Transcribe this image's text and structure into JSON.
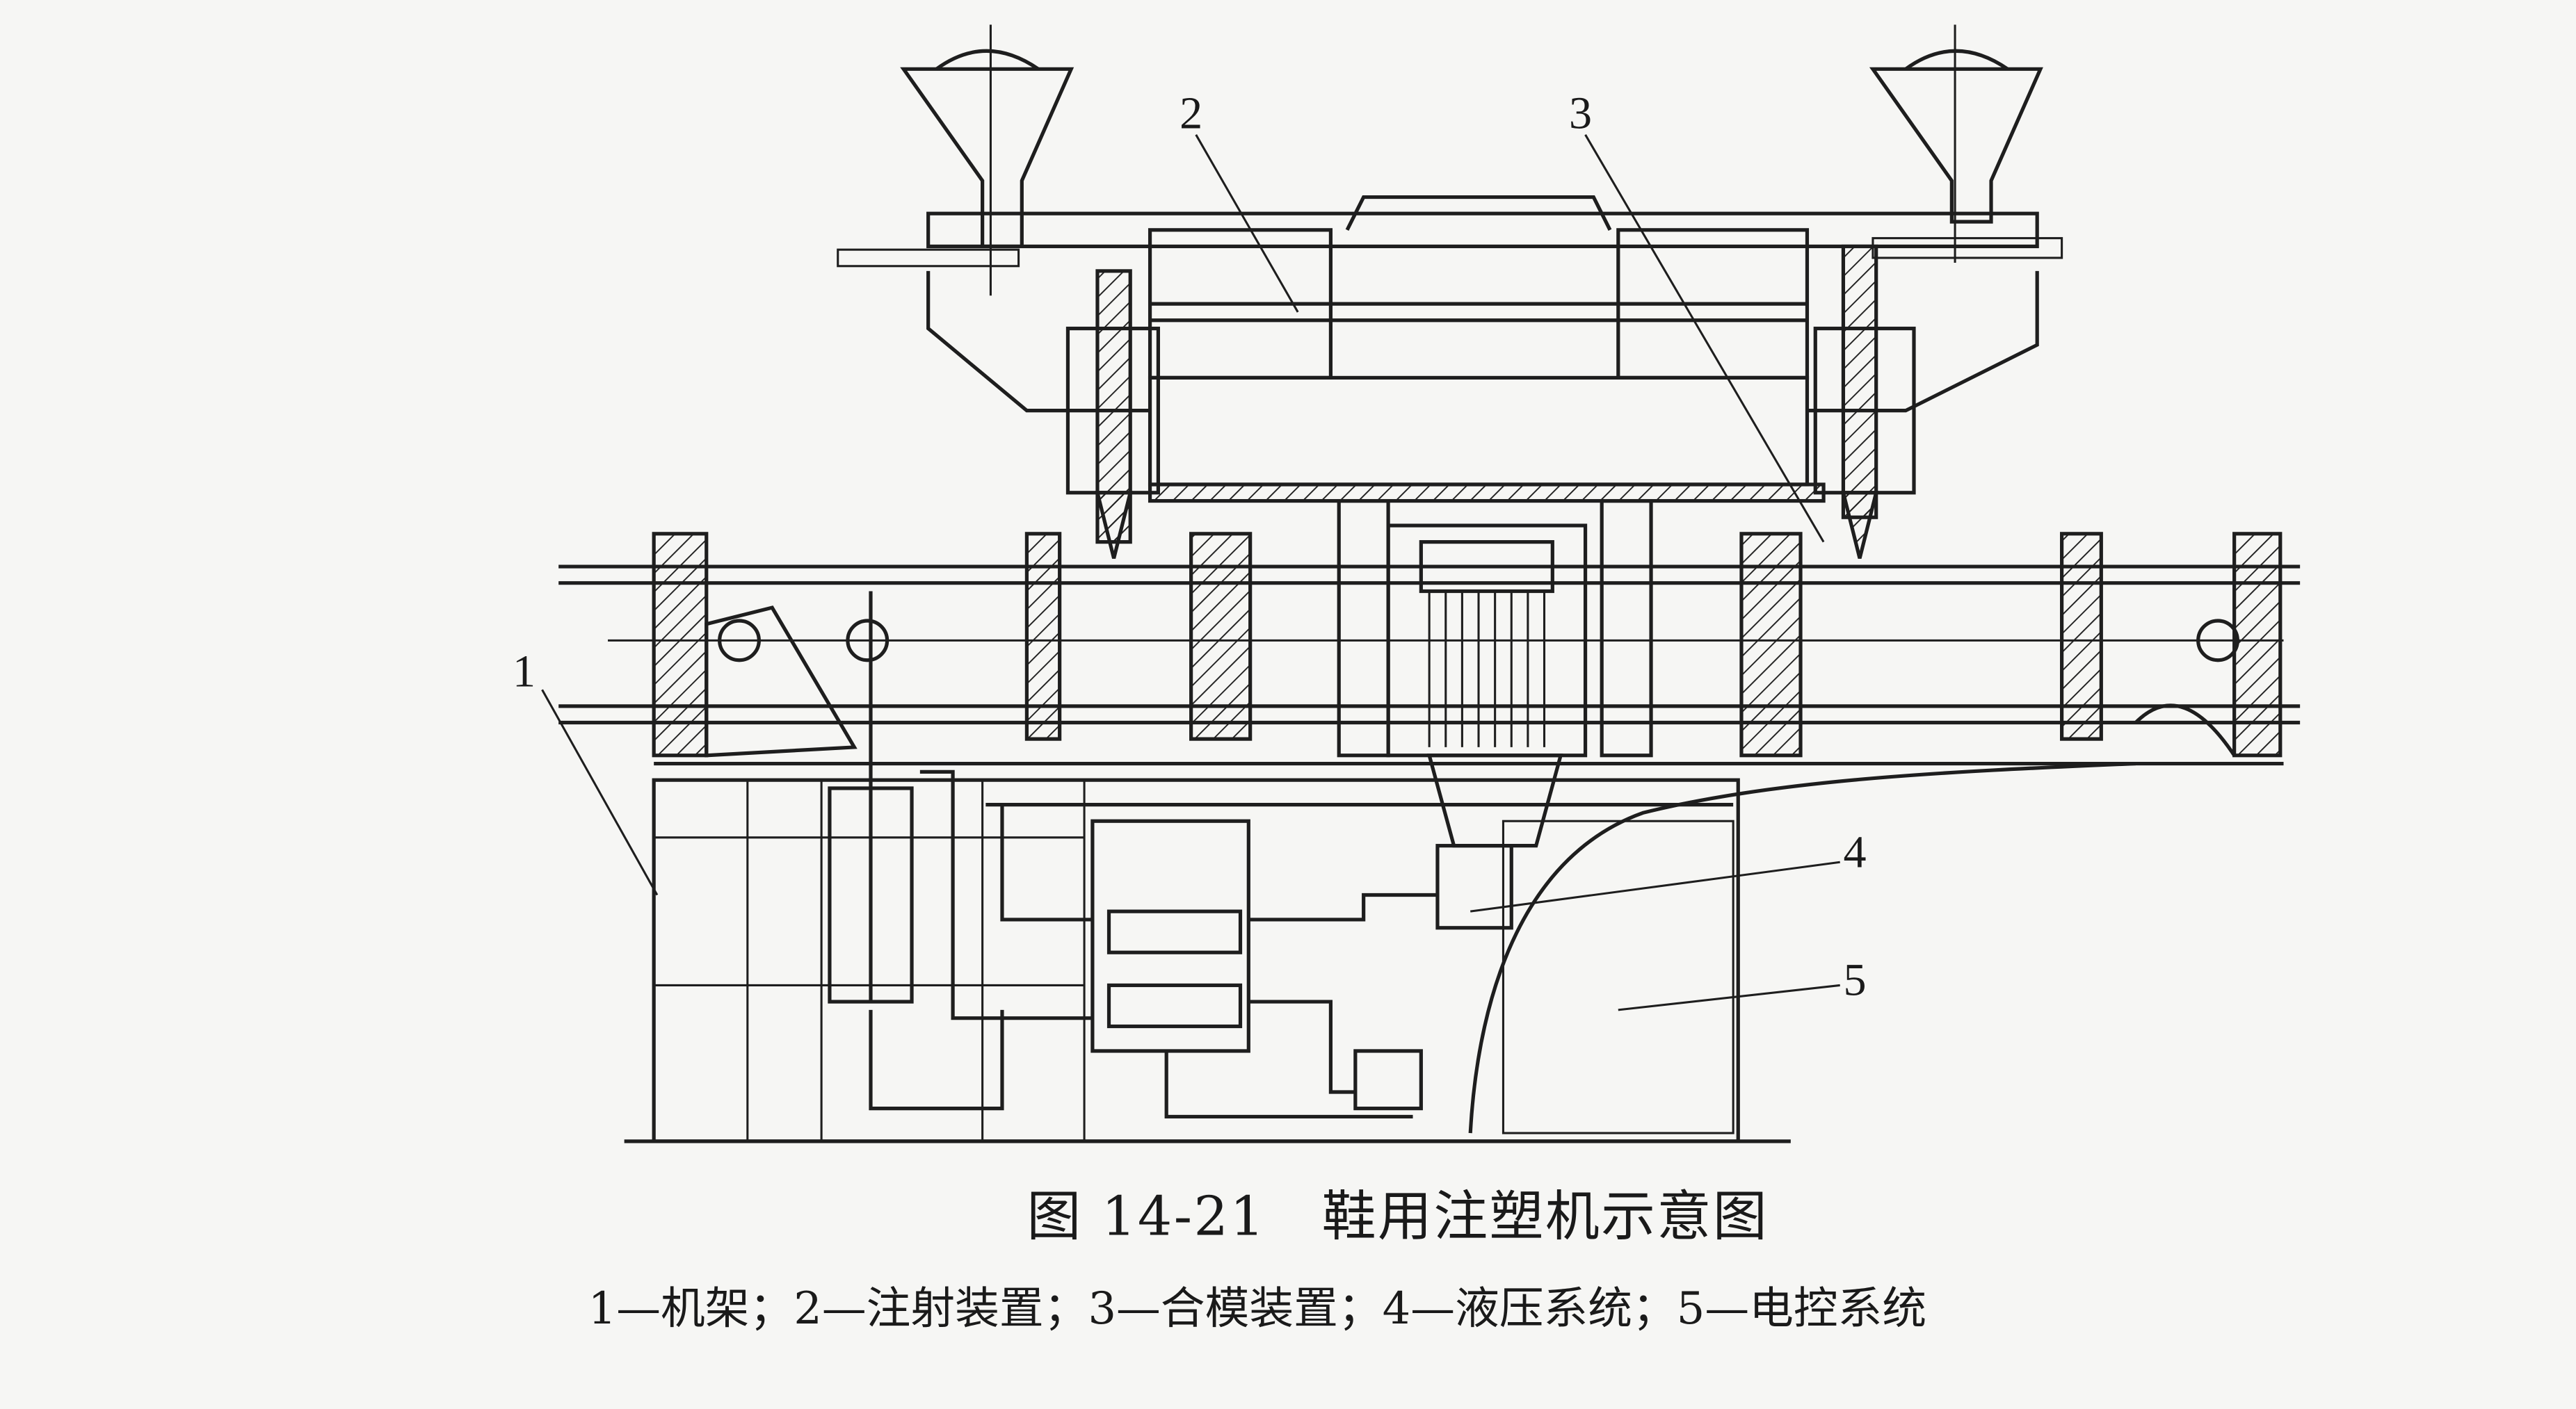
{
  "figure": {
    "callouts": [
      {
        "number": "1",
        "name": "机架"
      },
      {
        "number": "2",
        "name": "注射装置"
      },
      {
        "number": "3",
        "name": "合模装置"
      },
      {
        "number": "4",
        "name": "液压系统"
      },
      {
        "number": "5",
        "name": "电控系统"
      }
    ],
    "caption": "图 14-21　鞋用注塑机示意图",
    "legend": "1—机架；2—注射装置；3—合模装置；4—液压系统；5—电控系统"
  }
}
